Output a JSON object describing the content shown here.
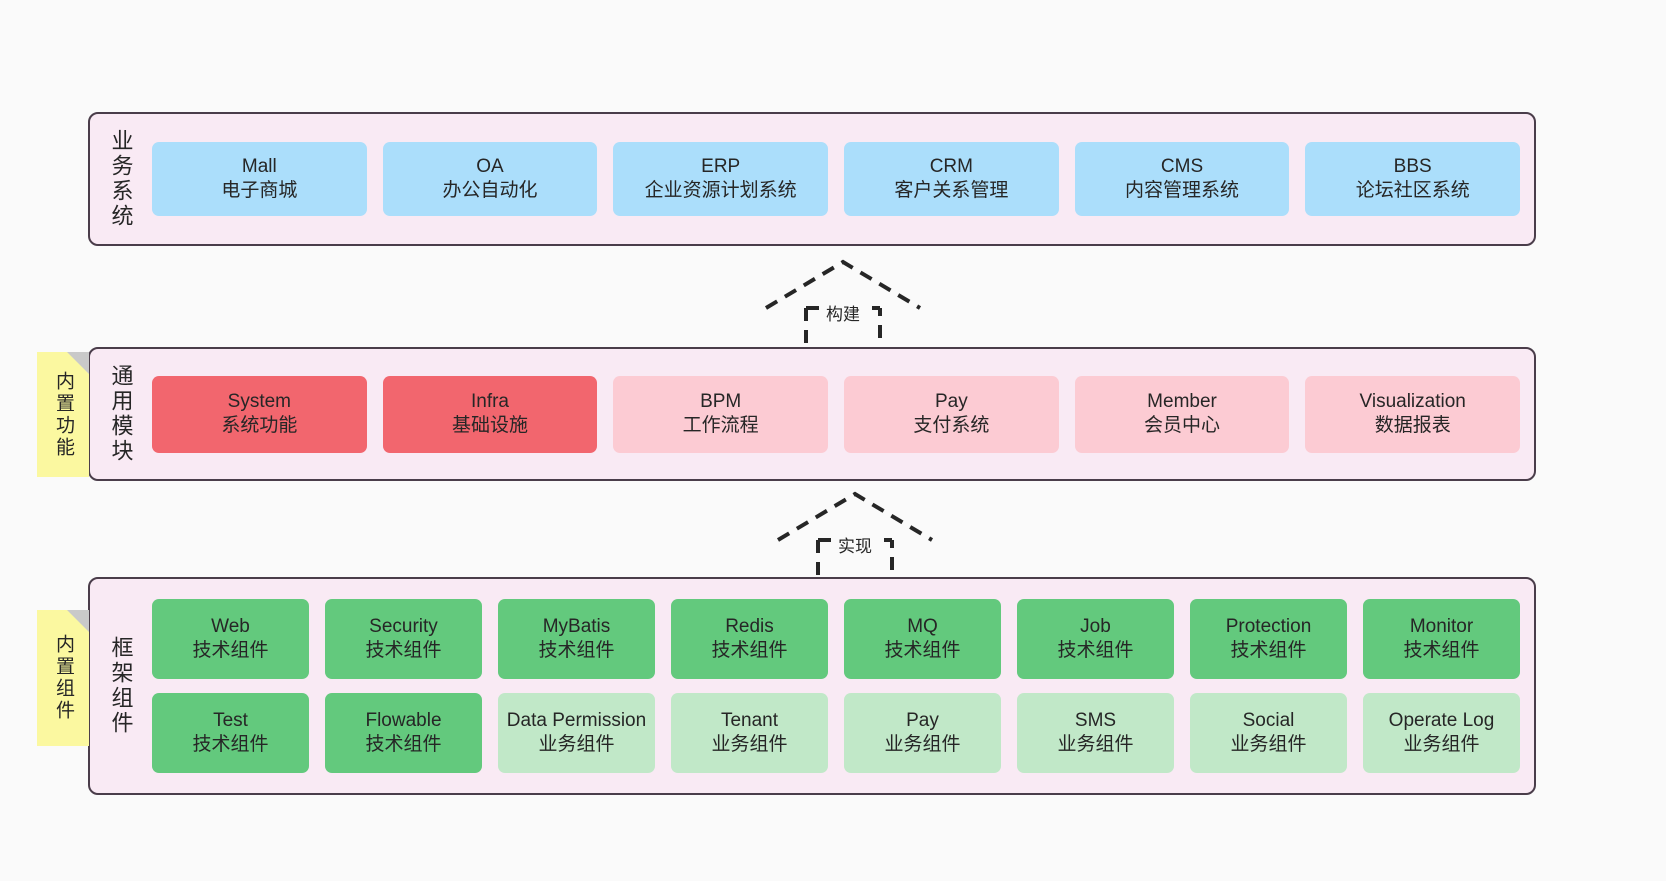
{
  "layers": [
    {
      "id": "business",
      "title": "业务系统",
      "rows": [
        [
          {
            "en": "Mall",
            "cn": "电子商城",
            "color": "#abdefb",
            "style": "c-blue"
          },
          {
            "en": "OA",
            "cn": "办公自动化",
            "color": "#abdefb",
            "style": "c-blue"
          },
          {
            "en": "ERP",
            "cn": "企业资源计划系统",
            "color": "#abdefb",
            "style": "c-blue"
          },
          {
            "en": "CRM",
            "cn": "客户关系管理",
            "color": "#abdefb",
            "style": "c-blue"
          },
          {
            "en": "CMS",
            "cn": "内容管理系统",
            "color": "#abdefb",
            "style": "c-blue"
          },
          {
            "en": "BBS",
            "cn": "论坛社区系统",
            "color": "#abdefb",
            "style": "c-blue"
          }
        ]
      ]
    },
    {
      "id": "common",
      "title": "通用模块",
      "rows": [
        [
          {
            "en": "System",
            "cn": "系统功能",
            "color": "#f2666e",
            "style": "c-red"
          },
          {
            "en": "Infra",
            "cn": "基础设施",
            "color": "#f2666e",
            "style": "c-red"
          },
          {
            "en": "BPM",
            "cn": "工作流程",
            "color": "#fccbd3",
            "style": "c-pink"
          },
          {
            "en": "Pay",
            "cn": "支付系统",
            "color": "#fccbd3",
            "style": "c-pink"
          },
          {
            "en": "Member",
            "cn": "会员中心",
            "color": "#fccbd3",
            "style": "c-pink"
          },
          {
            "en": "Visualization",
            "cn": "数据报表",
            "color": "#fccbd3",
            "style": "c-pink"
          }
        ]
      ]
    },
    {
      "id": "framework",
      "title": "框架组件",
      "rows": [
        [
          {
            "en": "Web",
            "cn": "技术组件",
            "color": "#63c97d",
            "style": "c-green"
          },
          {
            "en": "Security",
            "cn": "技术组件",
            "color": "#63c97d",
            "style": "c-green"
          },
          {
            "en": "MyBatis",
            "cn": "技术组件",
            "color": "#63c97d",
            "style": "c-green"
          },
          {
            "en": "Redis",
            "cn": "技术组件",
            "color": "#63c97d",
            "style": "c-green"
          },
          {
            "en": "MQ",
            "cn": "技术组件",
            "color": "#63c97d",
            "style": "c-green"
          },
          {
            "en": "Job",
            "cn": "技术组件",
            "color": "#63c97d",
            "style": "c-green"
          },
          {
            "en": "Protection",
            "cn": "技术组件",
            "color": "#63c97d",
            "style": "c-green"
          },
          {
            "en": "Monitor",
            "cn": "技术组件",
            "color": "#63c97d",
            "style": "c-green"
          }
        ],
        [
          {
            "en": "Test",
            "cn": "技术组件",
            "color": "#63c97d",
            "style": "c-green"
          },
          {
            "en": "Flowable",
            "cn": "技术组件",
            "color": "#63c97d",
            "style": "c-green"
          },
          {
            "en": "Data Permission",
            "cn": "业务组件",
            "color": "#c1e8c8",
            "style": "c-lightgreen"
          },
          {
            "en": "Tenant",
            "cn": "业务组件",
            "color": "#c1e8c8",
            "style": "c-lightgreen"
          },
          {
            "en": "Pay",
            "cn": "业务组件",
            "color": "#c1e8c8",
            "style": "c-lightgreen"
          },
          {
            "en": "SMS",
            "cn": "业务组件",
            "color": "#c1e8c8",
            "style": "c-lightgreen"
          },
          {
            "en": "Social",
            "cn": "业务组件",
            "color": "#c1e8c8",
            "style": "c-lightgreen"
          },
          {
            "en": "Operate Log",
            "cn": "业务组件",
            "color": "#c1e8c8",
            "style": "c-lightgreen"
          }
        ]
      ]
    }
  ],
  "notes": [
    {
      "id": "functions",
      "label": "内置功能",
      "color": "#fbf8a0"
    },
    {
      "id": "components",
      "label": "内置组件",
      "color": "#fbf8a0"
    }
  ],
  "arrows": [
    {
      "id": "build",
      "label": "构建",
      "style": "dashed-generalization"
    },
    {
      "id": "implement",
      "label": "实现",
      "style": "dashed-generalization"
    }
  ],
  "theme": {
    "background": "#fafafa",
    "panel_fill": "#f9eaf4",
    "panel_border": "#4a3d4a",
    "text": "#262626",
    "arrow_stroke": "#262626"
  }
}
